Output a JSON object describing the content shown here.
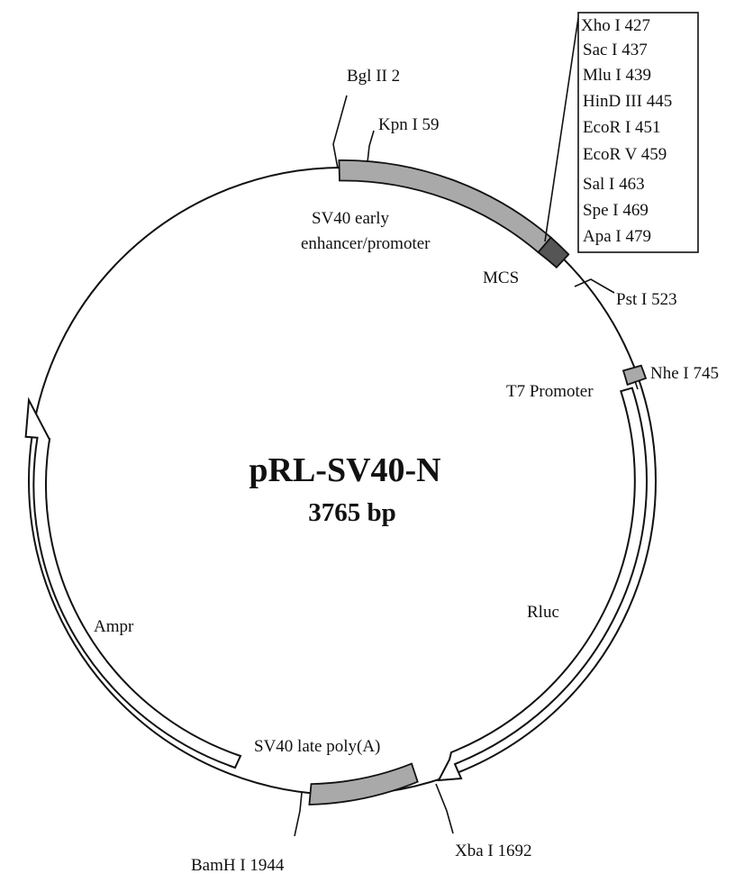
{
  "plasmid": {
    "name": "pRL-SV40-N",
    "size": "3765 bp"
  },
  "colors": {
    "feature": "#a9a9a9",
    "mcs": "#555555",
    "line": "#111111",
    "background": "#ffffff"
  },
  "features": {
    "sv40_promoter": "SV40 early\nenhancer/promoter",
    "mcs": "MCS",
    "t7": "T7 Promoter",
    "rluc": "Rluc",
    "polya": "SV40 late poly(A)",
    "ampr": "Ampr"
  },
  "sites": {
    "bgl": "Bgl II 2",
    "kpn": "Kpn I 59",
    "pst": "Pst I 523",
    "nhe": "Nhe I 745",
    "xba": "Xba I 1692",
    "bamh": "BamH I 1944"
  },
  "mcs_sites": [
    "Xho I 427",
    "Sac I 437",
    "Mlu I 439",
    "HinD III 445",
    "EcoR I 451",
    "EcoR V 459",
    "Sal I 463",
    "Spe I 469",
    "Apa I 479"
  ]
}
